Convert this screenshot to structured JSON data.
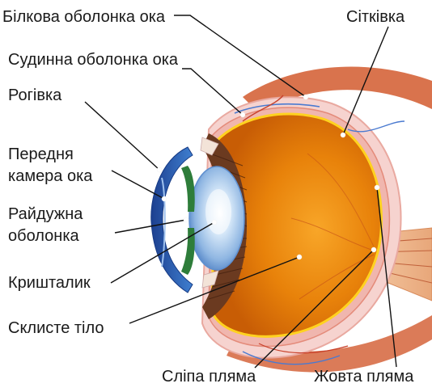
{
  "labels": {
    "sclera": "Білкова оболонка ока",
    "retina": "Сітківка",
    "choroid": "Судинна оболонка ока",
    "cornea": "Рогівка",
    "anterior_chamber_line1": "Передня",
    "anterior_chamber_line2": "камера ока",
    "iris_line1": "Райдужна",
    "iris_line2": "оболонка",
    "lens": "Кришталик",
    "vitreous_body": "Склисте тіло",
    "blind_spot": "Сліпа пляма",
    "yellow_spot": "Жовта пляма"
  },
  "colors": {
    "eyeball_interior": "#e8820a",
    "sclera": "#f6d3cf",
    "iris_blue": "#2f63b8",
    "lens_blue": "#a9c9ec",
    "muscle": "#d25a2e",
    "ciliary_brown": "#6b3a20",
    "text": "#1a1a1a"
  }
}
